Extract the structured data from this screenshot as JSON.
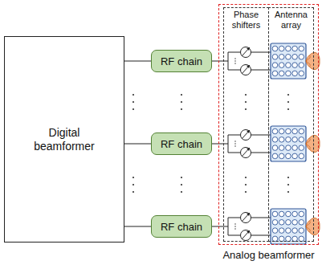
{
  "diagram": {
    "nodes": [
      {
        "text": [
          "Analog beamformer"
        ]
      },
      {
        "text": [
          "Phase shifters"
        ],
        "in": 0
      },
      {
        "text": [
          "Antenna array"
        ],
        "in": 0
      },
      {
        "text": [
          "Digital beamformer"
        ]
      },
      {
        "text": [
          "RF chain"
        ]
      },
      {
        "text": [
          "RF chain"
        ]
      },
      {
        "text": [
          "RF chain"
        ]
      }
    ],
    "edges": [
      {
        "from": 3,
        "to": 4,
        "arrow": "none"
      },
      {
        "from": 3,
        "to": 5,
        "arrow": "none"
      },
      {
        "from": 3,
        "to": 6,
        "arrow": "none"
      }
    ]
  }
}
